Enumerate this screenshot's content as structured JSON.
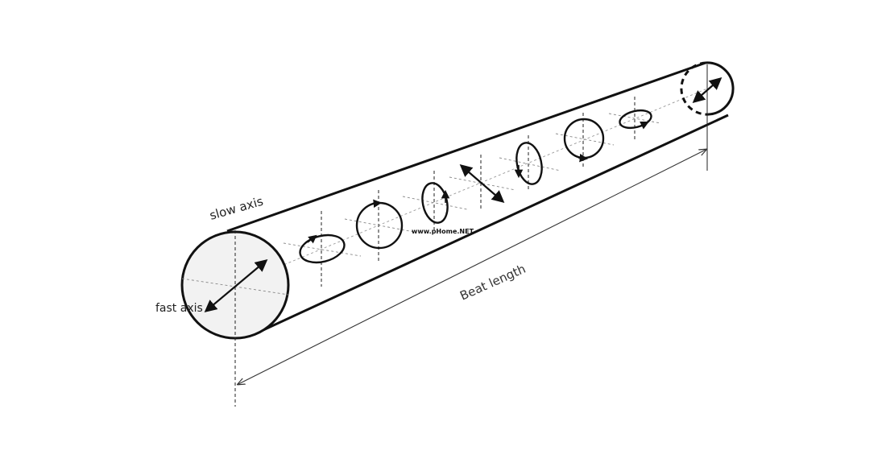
{
  "labels": {
    "slow_axis": "slow axis",
    "fast_axis": "fast axis",
    "beat_length": "Beat length",
    "watermark": "www.pHome.NET"
  },
  "colors": {
    "stroke": "#111111",
    "end_face_fill": "#f2f2f2",
    "guide": "#888888"
  },
  "polarization_states": [
    "linear",
    "elliptical",
    "circular",
    "elliptical",
    "linear",
    "elliptical",
    "circular",
    "elliptical",
    "linear"
  ]
}
